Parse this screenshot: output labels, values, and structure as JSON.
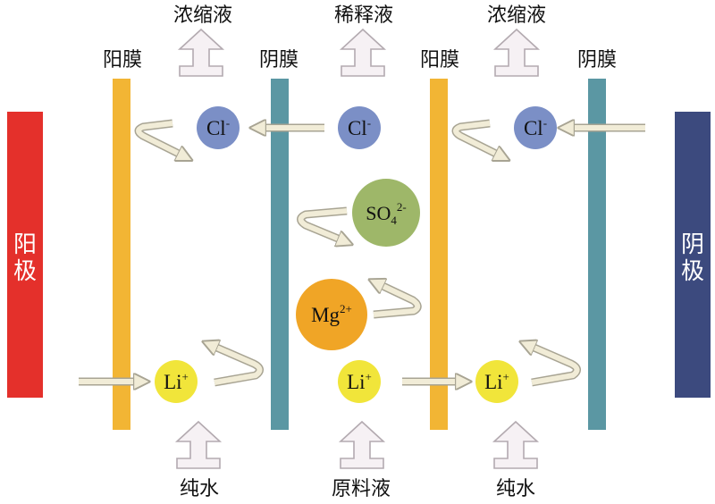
{
  "top_labels": {
    "left": "浓缩液",
    "middle": "稀释液",
    "right": "浓缩液"
  },
  "bottom_labels": {
    "left": "纯水",
    "middle": "原料液",
    "right": "纯水"
  },
  "membranes": {
    "m1": "阳膜",
    "m2": "阴膜",
    "m3": "阳膜",
    "m4": "阴膜"
  },
  "electrodes": {
    "anode": [
      "阳",
      "极"
    ],
    "cathode": [
      "阴",
      "极"
    ]
  },
  "ions": {
    "cl1": {
      "base": "Cl",
      "sup": "-"
    },
    "cl2": {
      "base": "Cl",
      "sup": "-"
    },
    "cl3": {
      "base": "Cl",
      "sup": "-"
    },
    "so4": {
      "base": "SO",
      "sub": "4",
      "sup": "2-"
    },
    "mg": {
      "base": "Mg",
      "sup": "2+"
    },
    "li1": {
      "base": "Li",
      "sup": "+"
    },
    "li2": {
      "base": "Li",
      "sup": "+"
    },
    "li3": {
      "base": "Li",
      "sup": "+"
    }
  },
  "colors": {
    "anode": "#e4302b",
    "cathode": "#3c4a7e",
    "cation_membrane": "#f2b534",
    "anion_membrane": "#5b97a3",
    "cl": "#7b8fc6",
    "so4": "#9eb769",
    "mg": "#f0a526",
    "li": "#f1e53a"
  }
}
